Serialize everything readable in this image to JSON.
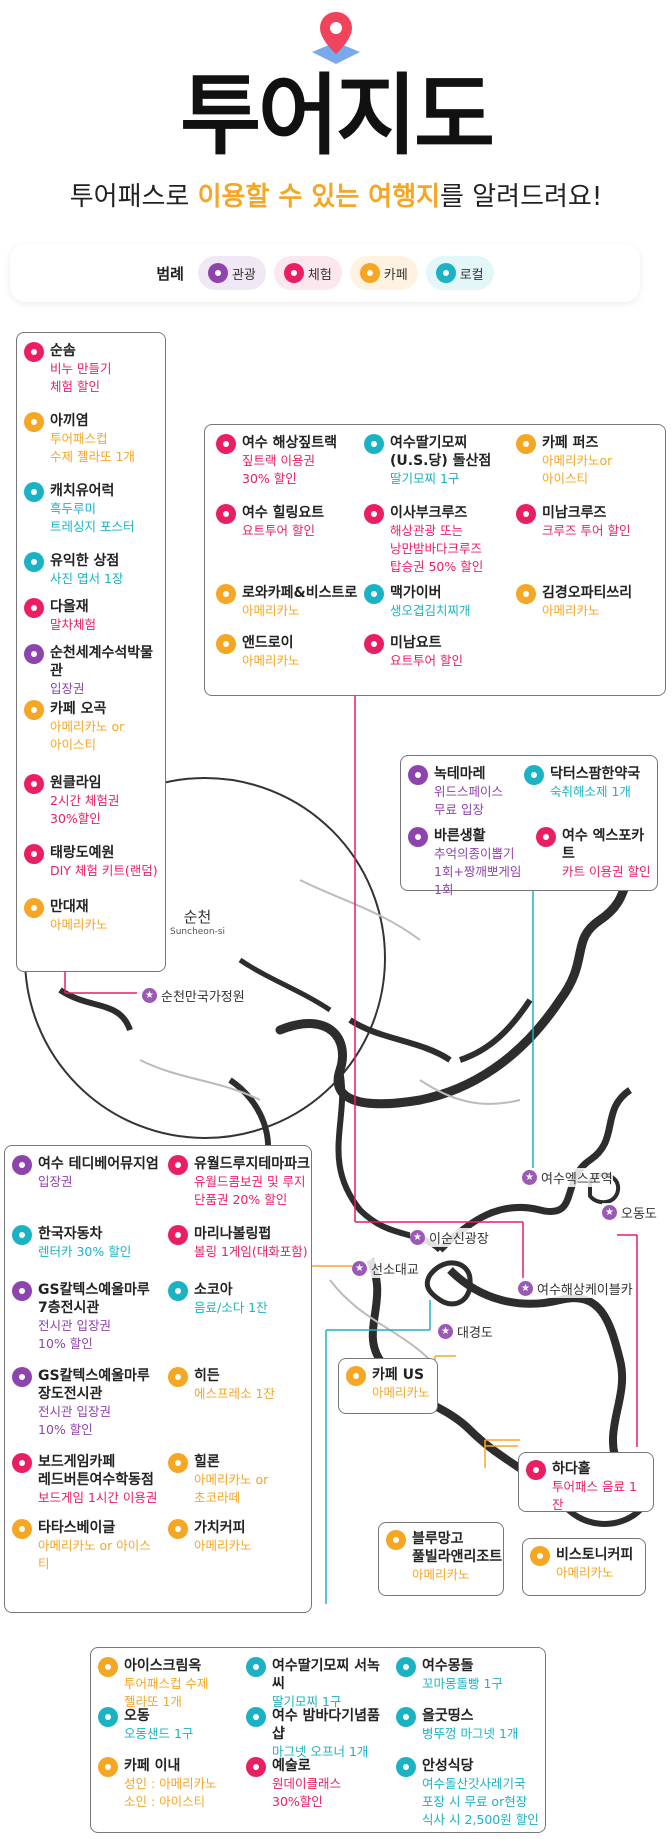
{
  "header": {
    "title": "투어지도",
    "subtitle_pre": "투어패스로 ",
    "subtitle_hl1": "이용할 수 있는 여행지",
    "subtitle_post": "를 알려드려요!",
    "icon": "map-pin-icon"
  },
  "legend": {
    "label": "범례",
    "items": [
      {
        "label": "관광",
        "color": "#8e44ad",
        "bg": "#f1e8f6"
      },
      {
        "label": "체험",
        "color": "#e91e63",
        "bg": "#fde7ef"
      },
      {
        "label": "카페",
        "color": "#f5a623",
        "bg": "#fff2e0"
      },
      {
        "label": "로컬",
        "color": "#1bb3c4",
        "bg": "#e3f6f8"
      }
    ]
  },
  "colors": {
    "tour": "#8e44ad",
    "exp": "#e91e63",
    "cafe": "#f5a623",
    "local": "#1bb3c4"
  },
  "suncheon_box": [
    {
      "name": "순솜",
      "desc": "비누 만들기\n체험 할인",
      "type": "exp"
    },
    {
      "name": "아끼염",
      "desc": "투어패스컵\n수제 젤라또 1개",
      "type": "cafe"
    },
    {
      "name": "캐치유어럭",
      "desc": "흑두루미\n트레싱지 포스터",
      "type": "local"
    },
    {
      "name": "유익한 상점",
      "desc": "사진 엽서 1장",
      "type": "local"
    },
    {
      "name": "다올재",
      "desc": "말차체험",
      "type": "exp"
    },
    {
      "name": "순천세계수석박물관",
      "desc": "입장권",
      "type": "tour"
    },
    {
      "name": "카페 오곡",
      "desc": "아메리카노 or\n아이스티",
      "type": "cafe"
    },
    {
      "name": "원클라임",
      "desc": "2시간 체험권\n30%할인",
      "type": "exp"
    },
    {
      "name": "태랑도예원",
      "desc": "DIY 체험 키트(랜덤)",
      "type": "exp"
    },
    {
      "name": "만대재",
      "desc": "아메리카노",
      "type": "cafe"
    }
  ],
  "top_box": [
    {
      "name": "여수 해상짚트랙",
      "desc": "짚트랙 이용권\n30% 할인",
      "type": "exp"
    },
    {
      "name": "여수딸기모찌\n(U.S.당) 돌산점",
      "desc": "딸기모찌 1구",
      "type": "local"
    },
    {
      "name": "카페 퍼즈",
      "desc": "아메리카노or\n아이스티",
      "type": "cafe"
    },
    {
      "name": "여수 힐링요트",
      "desc": "요트투어 할인",
      "type": "exp"
    },
    {
      "name": "이사부크루즈",
      "desc": "해상관광 또는\n낭만밤바다크루즈\n탑승권 50% 할인",
      "type": "exp"
    },
    {
      "name": "미남크루즈",
      "desc": "크루즈 투어 할인",
      "type": "exp"
    },
    {
      "name": "로와카페&비스트로",
      "desc": "아메리카노",
      "type": "cafe"
    },
    {
      "name": "맥가이버",
      "desc": "생오겹김치찌개",
      "type": "local"
    },
    {
      "name": "김경오파티쓰리",
      "desc": "아메리카노",
      "type": "cafe"
    },
    {
      "name": "앤드로이",
      "desc": "아메리카노",
      "type": "cafe"
    },
    {
      "name": "미남요트",
      "desc": "요트투어 할인",
      "type": "exp"
    }
  ],
  "right_box": [
    {
      "name": "녹테마레",
      "desc": "위드스페이스\n무료 입장",
      "type": "tour"
    },
    {
      "name": "닥터스팜한약국",
      "desc": "숙취해소제 1개",
      "type": "local"
    },
    {
      "name": "바른생활",
      "desc": "추억의종이뽑기\n1회+짱깨뽀게임\n1회",
      "type": "tour"
    },
    {
      "name": "여수 엑스포카트",
      "desc": "카트 이용권 할인",
      "type": "exp"
    }
  ],
  "mid_box": [
    {
      "name": "여수 테디베어뮤지엄",
      "desc": "입장권",
      "type": "tour"
    },
    {
      "name": "유월드루지테마파크",
      "desc": "유월드콤보권 및 루지\n단품권 20% 할인",
      "type": "exp"
    },
    {
      "name": "한국자동차",
      "desc": "렌터카 30% 할인",
      "type": "local"
    },
    {
      "name": "마리나볼링펍",
      "desc": "볼링 1게임(대화포함)",
      "type": "exp"
    },
    {
      "name": "GS칼텍스예울마루\n7층전시관",
      "desc": "전시관 입장권\n10% 할인",
      "type": "tour"
    },
    {
      "name": "소코아",
      "desc": "음료/소다 1잔",
      "type": "local"
    },
    {
      "name": "GS칼텍스예울마루\n장도전시관",
      "desc": "전시관 입장권\n10% 할인",
      "type": "tour"
    },
    {
      "name": "히든",
      "desc": "에스프레소 1잔",
      "type": "cafe"
    },
    {
      "name": "보드게임카페\n레드버튼여수학동점",
      "desc": "보드게임 1시간 이용권",
      "type": "exp"
    },
    {
      "name": "힐론",
      "desc": "아메리카노 or\n초코라떼",
      "type": "cafe"
    },
    {
      "name": "타타스베이글",
      "desc": "아메리카노 or 아이스티",
      "type": "cafe"
    },
    {
      "name": "가치커피",
      "desc": "아메리카노",
      "type": "cafe"
    }
  ],
  "bottom_box": [
    {
      "name": "아이스크림옥",
      "desc": "투어패스컵 수제\n젤라또 1개",
      "type": "cafe"
    },
    {
      "name": "여수딸기모찌 서녹씨",
      "desc": "딸기모찌 1구",
      "type": "local"
    },
    {
      "name": "여수몽돌",
      "desc": "꼬마몽돌빵 1구",
      "type": "local"
    },
    {
      "name": "오동",
      "desc": "오동샌드 1구",
      "type": "local"
    },
    {
      "name": "여수 밤바다기념품샵",
      "desc": "마그넷 오프너 1개",
      "type": "local"
    },
    {
      "name": "올굿띵스",
      "desc": "병뚜껑 마그넷 1개",
      "type": "local"
    },
    {
      "name": "카페 이내",
      "desc": "성인 : 아메리카노\n소인 : 아이스티",
      "type": "cafe"
    },
    {
      "name": "예술로",
      "desc": "원데이클래스\n30%할인",
      "type": "exp"
    },
    {
      "name": "안성식당",
      "desc": "여수돌산갓사레기국\n포장 시 무료 or현장\n식사 시 2,500원 할인",
      "type": "local"
    }
  ],
  "small_boxes": {
    "cafe_us": {
      "name": "카페 US",
      "desc": "아메리카노",
      "type": "cafe"
    },
    "hadahol": {
      "name": "하다홀",
      "desc": "투어패스 음료 1잔",
      "type": "exp"
    },
    "bluemango": {
      "name": "블루망고\n풀빌라앤리조트",
      "desc": "아메리카노",
      "type": "cafe"
    },
    "bistory": {
      "name": "비스토니커피",
      "desc": "아메리카노",
      "type": "cafe"
    }
  },
  "markers": {
    "suncheon_garden": "순천만국가정원",
    "yeosu_expo": "여수엑스포역",
    "odongdo": "오동도",
    "yisunsin": "이순신광장",
    "seonso": "선소대교",
    "cable": "여수해상케이블카",
    "daegyeongdo": "대경도"
  },
  "city": {
    "name": "순천",
    "en": "Suncheon-si"
  }
}
